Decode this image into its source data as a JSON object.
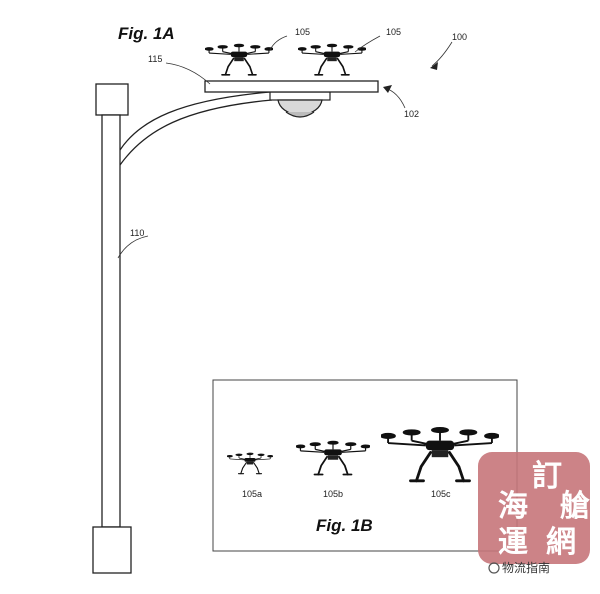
{
  "figure_1a": {
    "title": "Fig. 1A",
    "labels": {
      "system": "100",
      "platform": "102",
      "drone_left": "105",
      "drone_right": "105",
      "pole": "110",
      "pad": "115"
    }
  },
  "figure_1b": {
    "title": "Fig. 1B",
    "drones": [
      "105a",
      "105b",
      "105c"
    ]
  },
  "watermark": {
    "seal_text": [
      "訂",
      "艙",
      "海",
      "運",
      "網"
    ],
    "caption": "物流指南",
    "colors": {
      "seal": "#c6757a"
    }
  }
}
